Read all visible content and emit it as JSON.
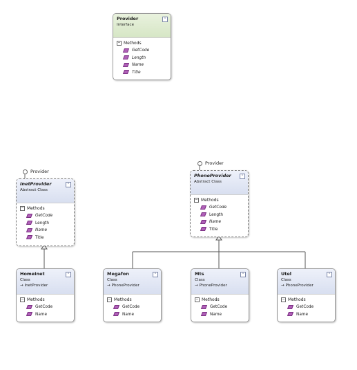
{
  "boxes": {
    "provider": {
      "name": "Provider",
      "kind": "Interface",
      "section": "Methods",
      "methods": [
        "GetCode",
        "Length",
        "Name",
        "Title"
      ]
    },
    "inet": {
      "name": "InetProvider",
      "kind": "Abstract Class",
      "section": "Methods",
      "methods": [
        "GetCode",
        "Length",
        "Name",
        "Title"
      ],
      "lollipop": "Provider"
    },
    "phone": {
      "name": "PhoneProvider",
      "kind": "Abstract Class",
      "section": "Methods",
      "methods": [
        "GetCode",
        "Length",
        "Name",
        "Title"
      ],
      "lollipop": "Provider"
    },
    "homeinet": {
      "name": "HomeInet",
      "kind": "Class",
      "base": "InetProvider",
      "section": "Methods",
      "methods": [
        "GetCode",
        "Name"
      ]
    },
    "megafon": {
      "name": "Megafon",
      "kind": "Class",
      "base": "PhoneProvider",
      "section": "Methods",
      "methods": [
        "GetCode",
        "Name"
      ]
    },
    "mts": {
      "name": "Mts",
      "kind": "Class",
      "base": "PhoneProvider",
      "section": "Methods",
      "methods": [
        "GetCode",
        "Name"
      ]
    },
    "utel": {
      "name": "Utel",
      "kind": "Class",
      "base": "PhoneProvider",
      "section": "Methods",
      "methods": [
        "GetCode",
        "Name"
      ]
    }
  },
  "colors": {
    "interface_header": "#d6e6c5",
    "class_header": "#d8dff0",
    "method_icon": "#b060b8"
  }
}
